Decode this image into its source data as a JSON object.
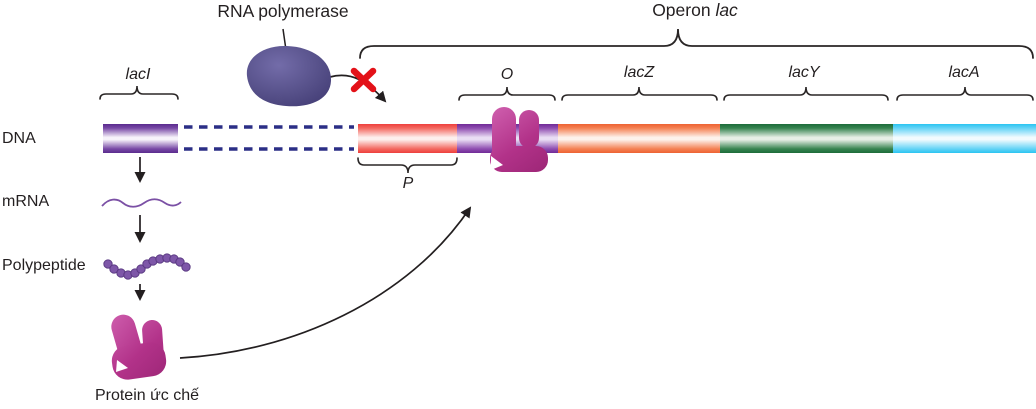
{
  "labels": {
    "rna_polymerase": "RNA polymerase",
    "operon_prefix": "Operon",
    "operon_gene": "lac",
    "laci": "lacI",
    "promoter": "P",
    "operator": "O",
    "lacz": "lacZ",
    "lacy": "lacY",
    "laca": "lacA",
    "dna": "DNA",
    "mrna": "mRNA",
    "polypeptide": "Polypeptide",
    "repressor_protein": "Protein ức chế"
  },
  "colors": {
    "text": "#231f20",
    "laci_segment_edge": "#5a2b8e",
    "promoter_segment_edge": "#ee3f3d",
    "operator_segment_edge": "#702b97",
    "lacz_segment_edge": "#ed6233",
    "lacy_segment_edge": "#1d6c3a",
    "laca_segment_edge": "#2ac4f1",
    "dna_gap_dash": "#2b2f86",
    "polymerase_body": "#565089",
    "blocked_x": "#e31118",
    "mrna_strand": "#7b50a5",
    "polypeptide_bead": "#7e57a8",
    "polypeptide_bead_outline": "#57367f",
    "repressor": "#b5368f",
    "line_art": "#231f20"
  }
}
